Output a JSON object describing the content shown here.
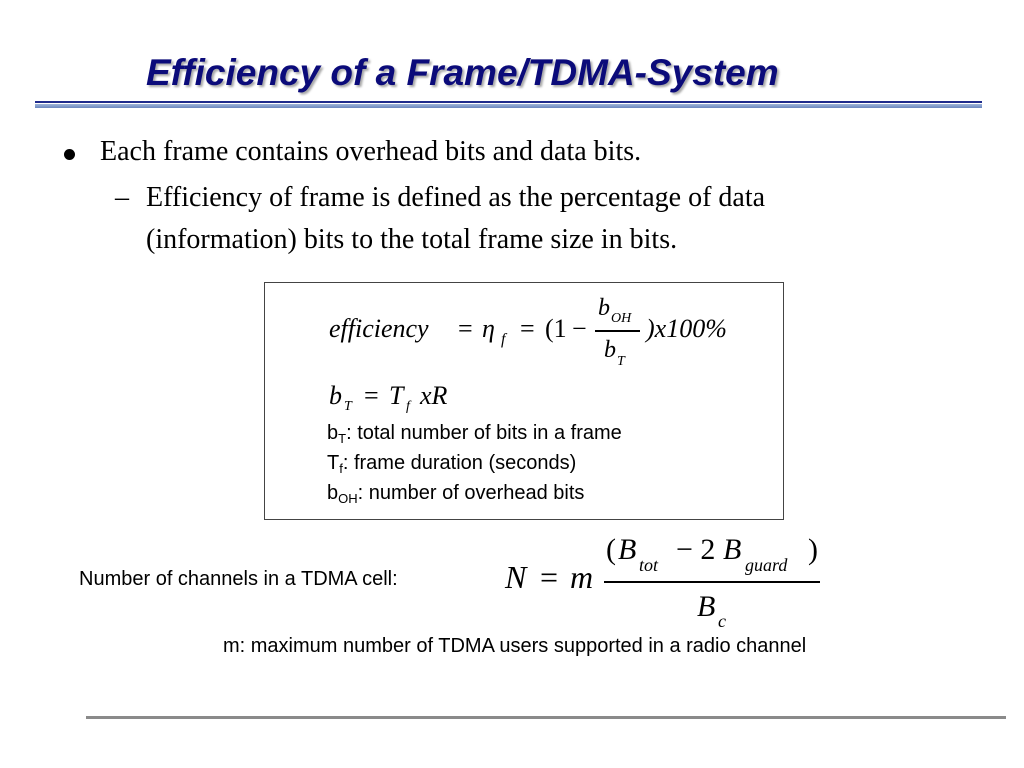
{
  "title": "Efficiency of a Frame/TDMA-System",
  "bullets": [
    {
      "text": "Each frame contains overhead bits and data bits.",
      "sub": {
        "marker": "–",
        "line1": "Efficiency of frame is defined as the percentage of data",
        "line2": "(information) bits to the total frame size in bits."
      }
    }
  ],
  "formula_box": {
    "efficiency_word": "efficiency",
    "equals": "=",
    "eta": "η",
    "f": "f",
    "open": "(1",
    "minus": "−",
    "b": "b",
    "oh": "OH",
    "t_sub": "T",
    "close_x100": ")x100%",
    "bt_eq": {
      "b": "b",
      "t_sub": "T",
      "equals": "=",
      "T": "T",
      "f_sub": "f",
      "xR": "xR"
    },
    "definitions": [
      {
        "sym": "b",
        "sub": "T",
        "text": ": total number of bits in a frame"
      },
      {
        "sym": "T",
        "sub": "f",
        "text": ": frame duration (seconds)"
      },
      {
        "sym": "b",
        "sub": "OH",
        "text": ": number of overhead bits"
      }
    ]
  },
  "channels": {
    "label": "Number of channels in a TDMA cell:",
    "N": "N",
    "equals": "=",
    "m": "m",
    "num_open": "(",
    "B": "B",
    "tot": "tot",
    "minus_two": "− 2",
    "guard": "guard",
    "num_close": ")",
    "c_sub": "c",
    "note": "m: maximum number of TDMA users supported in a radio channel"
  }
}
